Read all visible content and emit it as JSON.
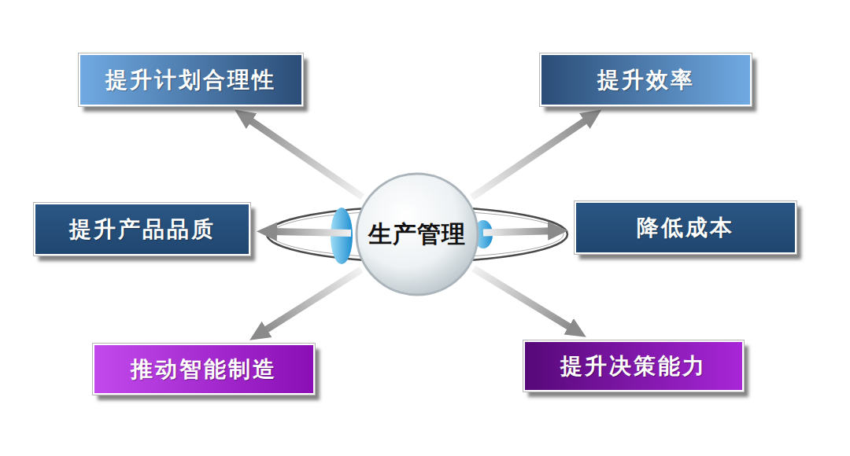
{
  "diagram": {
    "nodes": [
      {
        "text": [
          "提升计划合理性"
        ]
      },
      {
        "text": [
          "提升效率"
        ]
      },
      {
        "text": [
          "提升产品品质"
        ]
      },
      {
        "text": [
          "生产管理"
        ]
      },
      {
        "text": [
          "降低成本"
        ]
      },
      {
        "text": [
          "推动智能制造"
        ]
      },
      {
        "text": [
          "提升决策能力"
        ]
      }
    ],
    "edges": [
      {
        "from": 3,
        "to": 0,
        "arrow": "to"
      },
      {
        "from": 3,
        "to": 1,
        "arrow": "to"
      },
      {
        "from": 3,
        "to": 2,
        "arrow": "to"
      },
      {
        "from": 3,
        "to": 4,
        "arrow": "to"
      },
      {
        "from": 3,
        "to": 5,
        "arrow": "to"
      },
      {
        "from": 3,
        "to": 6,
        "arrow": "to"
      }
    ]
  }
}
